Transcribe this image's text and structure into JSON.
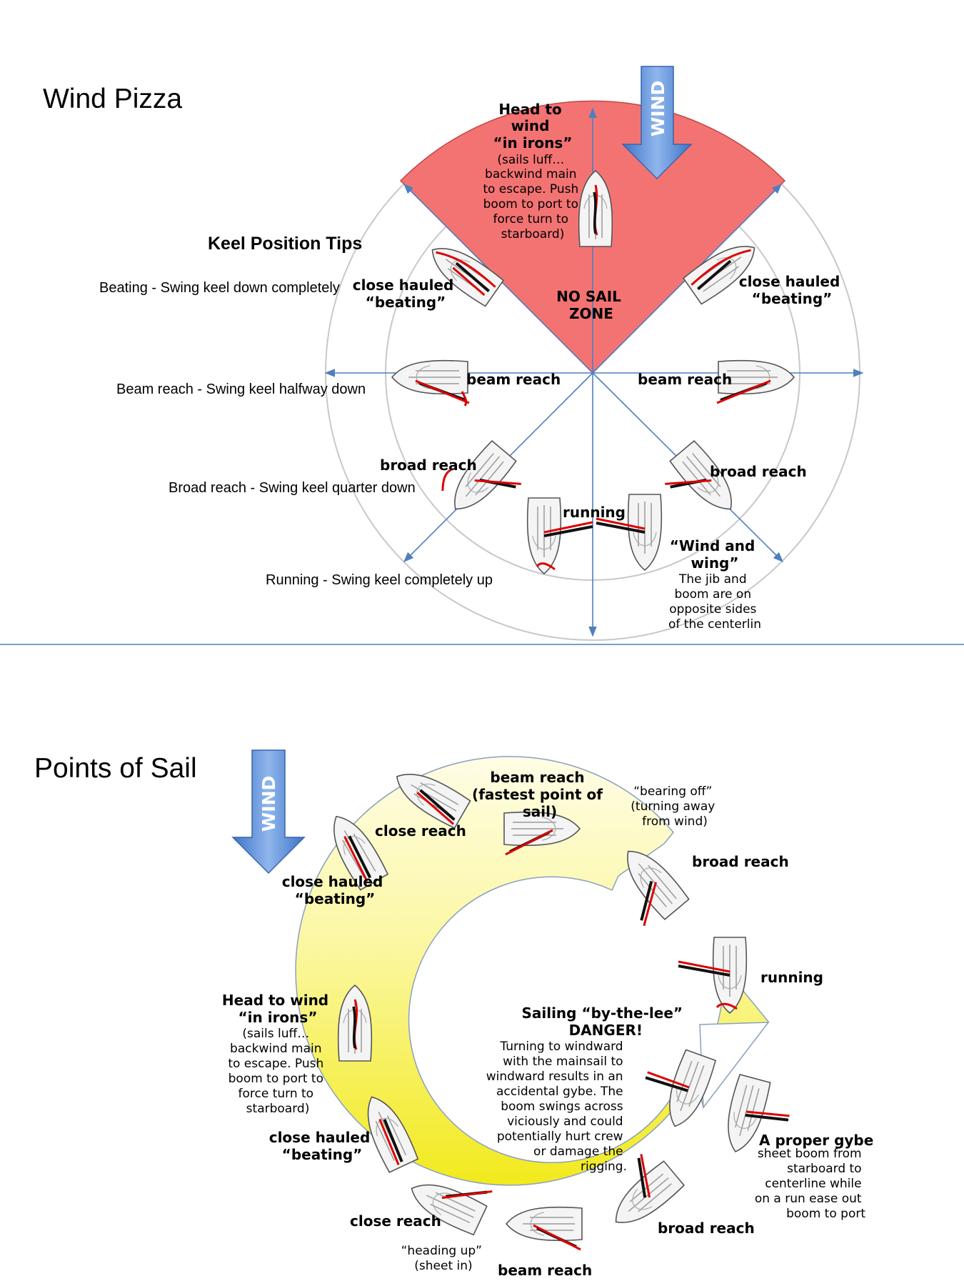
{
  "wind_pizza": {
    "title": "Wind Pizza",
    "wind_label": "WIND",
    "head_to_wind": {
      "lines": [
        "Head to",
        "wind",
        "“in irons”"
      ],
      "note": [
        "(sails luff…",
        "backwind main",
        "to escape. Push",
        "boom to port to",
        "force turn to",
        "starboard)"
      ]
    },
    "no_sail_zone": [
      "NO SAIL",
      "ZONE"
    ],
    "close_hauled_left": [
      "close hauled",
      "“beating”"
    ],
    "close_hauled_right": [
      "close hauled",
      "“beating”"
    ],
    "beam_reach_left": "beam reach",
    "beam_reach_right": "beam reach",
    "broad_reach_left": "broad reach",
    "broad_reach_right": "broad reach",
    "running": "running",
    "wind_and_wing": {
      "lines": [
        "“Wind and",
        "wing”"
      ],
      "note": [
        "The jib and",
        "boom are on",
        "opposite sides",
        "of the centerlin"
      ]
    },
    "keel_tips": {
      "title": "Keel Position Tips",
      "beating": "Beating - Swing keel down completely",
      "beam": "Beam reach - Swing keel halfway down",
      "broad": "Broad reach - Swing keel quarter down",
      "running": "Running - Swing keel completely up"
    }
  },
  "points_of_sail": {
    "title": "Points of Sail",
    "wind_label": "WIND",
    "beam_reach_top": [
      "beam reach",
      "(fastest point of",
      "sail)"
    ],
    "bearing_off": [
      "“bearing off”",
      "(turning away",
      "from wind)"
    ],
    "close_reach_top": "close reach",
    "broad_reach_top": "broad reach",
    "close_hauled_top": [
      "close hauled",
      "“beating”"
    ],
    "running": "running",
    "head_to_wind": {
      "lines": [
        "Head to wind",
        "“in irons”"
      ],
      "note": [
        "(sails luff…",
        "backwind main",
        "to escape. Push",
        "boom to port to",
        "force turn to",
        "starboard)"
      ]
    },
    "by_the_lee": {
      "lines": [
        "Sailing “by-the-lee”",
        "DANGER!"
      ],
      "note": [
        "Turning to windward",
        "with the mainsail to",
        "windward results in an",
        "accidental gybe. The",
        "boom swings across",
        "viciously and could",
        "potentially hurt crew",
        "or damage the",
        "rigging."
      ]
    },
    "close_hauled_bottom": [
      "close hauled",
      "“beating”"
    ],
    "proper_gybe": {
      "title": "A proper gybe",
      "note": [
        "sheet boom from",
        "starboard to",
        "centerline while",
        "on a run ease out",
        "boom to port"
      ]
    },
    "close_reach_bottom": "close reach",
    "broad_reach_bottom": "broad reach",
    "heading_up": [
      "“heading up”",
      "(sheet in)"
    ],
    "beam_reach_bottom": "beam reach"
  },
  "colors": {
    "no_sail_zone": "#f37373",
    "wind_arrow": "#5b8fd8",
    "axis": "#4f7fbf",
    "sail_red": "#dd0000",
    "ring_yellow": "#f4ef2e"
  }
}
